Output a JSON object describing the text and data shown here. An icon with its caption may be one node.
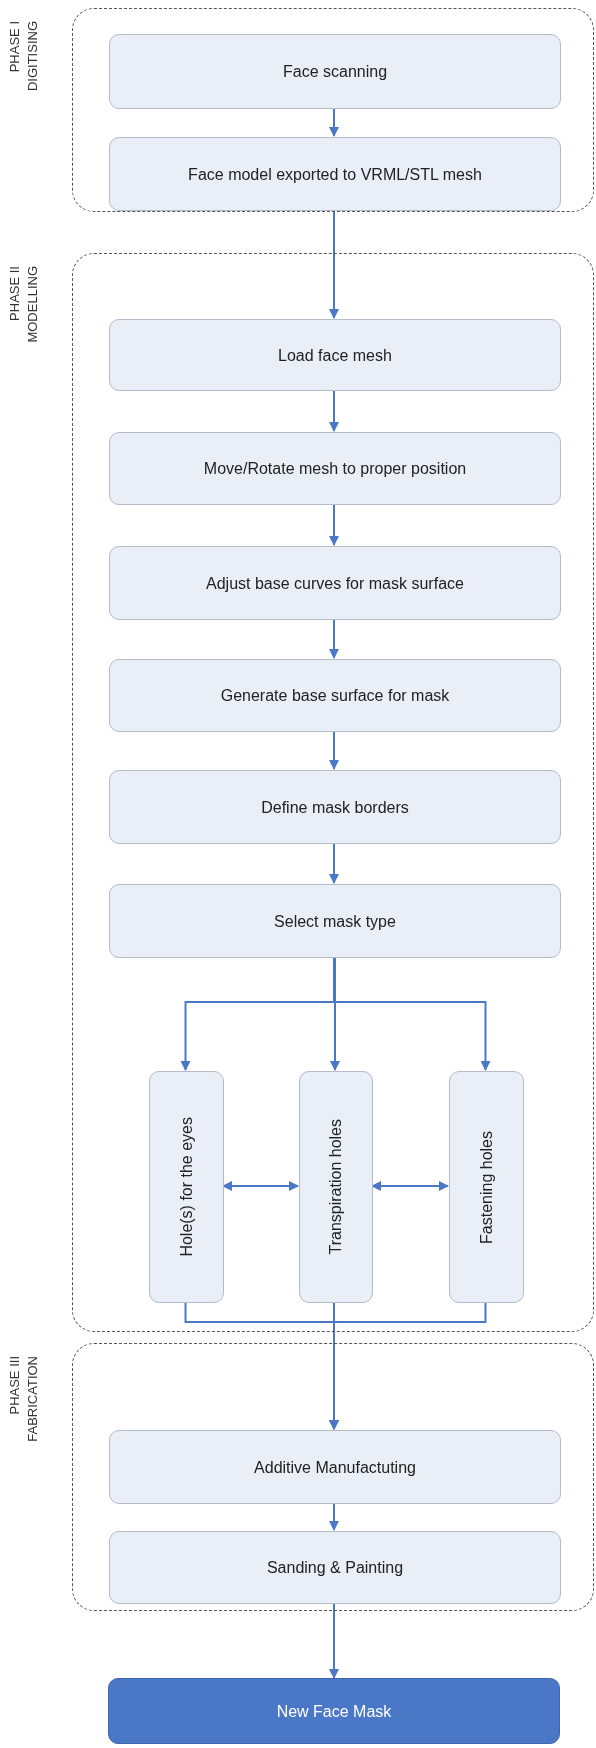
{
  "diagram": {
    "nodes": [
      {
        "text": [
          "PHASE I",
          "DIGITISING"
        ]
      },
      {
        "text": [
          "Face scanning"
        ],
        "in": 0
      },
      {
        "text": [
          "Face model exported to VRML/STL mesh"
        ],
        "in": 0
      },
      {
        "text": [
          "PHASE II",
          "MODELLING"
        ]
      },
      {
        "text": [
          "Load face mesh"
        ],
        "in": 3
      },
      {
        "text": [
          "Move/Rotate mesh to proper position"
        ],
        "in": 3
      },
      {
        "text": [
          "Adjust base curves for mask surface"
        ],
        "in": 3
      },
      {
        "text": [
          "Generate base surface for mask"
        ],
        "in": 3
      },
      {
        "text": [
          "Define mask borders"
        ],
        "in": 3
      },
      {
        "text": [
          "Select mask type"
        ],
        "in": 3
      },
      {
        "text": [
          "Hole(s) for the eyes"
        ],
        "in": 3
      },
      {
        "text": [
          "Transpiration holes"
        ],
        "in": 3
      },
      {
        "text": [
          "Fastening holes"
        ],
        "in": 3
      },
      {
        "text": [
          "PHASE III",
          "FABRICATION"
        ]
      },
      {
        "text": [
          "Additive Manufactuting"
        ],
        "in": 13
      },
      {
        "text": [
          "Sanding & Painting"
        ],
        "in": 13
      },
      {
        "text": [
          "New Face Mask"
        ]
      }
    ],
    "edges": [
      {
        "from": 1,
        "to": 2,
        "arrow": "to"
      },
      {
        "from": 2,
        "to": 4,
        "arrow": "to"
      },
      {
        "from": 4,
        "to": 5,
        "arrow": "to"
      },
      {
        "from": 5,
        "to": 6,
        "arrow": "to"
      },
      {
        "from": 6,
        "to": 7,
        "arrow": "to"
      },
      {
        "from": 7,
        "to": 8,
        "arrow": "to"
      },
      {
        "from": 8,
        "to": 9,
        "arrow": "to"
      },
      {
        "from": 9,
        "to": 10,
        "arrow": "to"
      },
      {
        "from": 9,
        "to": 11,
        "arrow": "to"
      },
      {
        "from": 9,
        "to": 12,
        "arrow": "to"
      },
      {
        "from": 10,
        "to": 11,
        "arrow": "both"
      },
      {
        "from": 11,
        "to": 12,
        "arrow": "both"
      },
      {
        "from": 10,
        "to": 14,
        "arrow": "to"
      },
      {
        "from": 11,
        "to": 14,
        "arrow": "to"
      },
      {
        "from": 12,
        "to": 14,
        "arrow": "to"
      },
      {
        "from": 14,
        "to": 15,
        "arrow": "to"
      },
      {
        "from": 15,
        "to": 16,
        "arrow": "to"
      }
    ]
  }
}
